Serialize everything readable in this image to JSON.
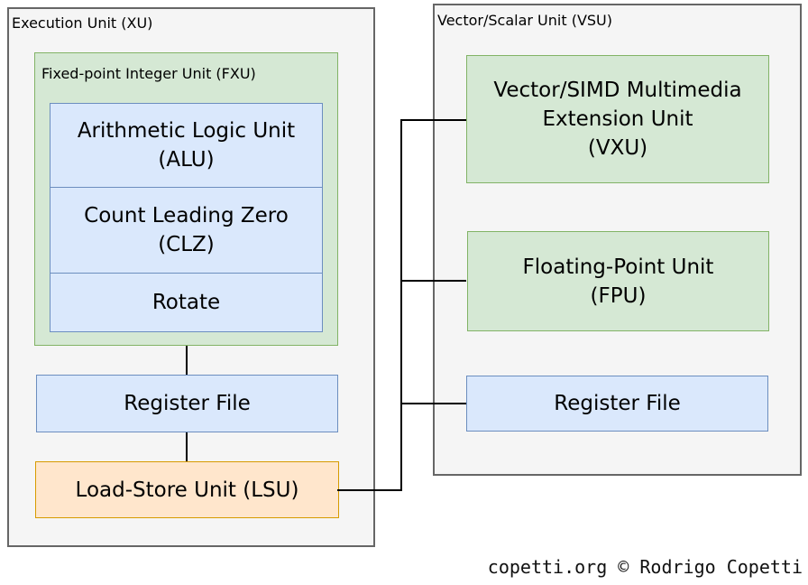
{
  "colors": {
    "container_fill": "#f5f5f5",
    "container_border": "#666666",
    "green_fill": "#d5e8d4",
    "green_border": "#82b366",
    "blue_fill": "#dae8fc",
    "blue_border": "#6c8ebf",
    "orange_fill": "#ffe6cc",
    "orange_border": "#d79b00",
    "connector": "#000000",
    "text": "#000000"
  },
  "xu": {
    "title": "Execution Unit (XU)",
    "fxu": {
      "title": "Fixed-point Integer Unit (FXU)",
      "alu": {
        "lines": [
          "Arithmetic Logic Unit",
          "(ALU)"
        ]
      },
      "clz": {
        "lines": [
          "Count Leading Zero",
          "(CLZ)"
        ]
      },
      "rotate": {
        "label": "Rotate"
      }
    },
    "register_file": {
      "label": "Register File"
    },
    "lsu": {
      "label": "Load-Store Unit (LSU)"
    }
  },
  "vsu": {
    "title": "Vector/Scalar Unit (VSU)",
    "vxu": {
      "lines": [
        "Vector/SIMD Multimedia",
        "Extension Unit",
        "(VXU)"
      ]
    },
    "fpu": {
      "lines": [
        "Floating-Point Unit",
        "(FPU)"
      ]
    },
    "register_file": {
      "label": "Register File"
    }
  },
  "connections": [
    {
      "from": "FXU",
      "to": "XU Register File"
    },
    {
      "from": "XU Register File",
      "to": "LSU"
    },
    {
      "from": "LSU",
      "to": "VXU"
    },
    {
      "from": "LSU",
      "to": "FPU"
    },
    {
      "from": "LSU",
      "to": "VSU Register File"
    }
  ],
  "footer": {
    "credit": "copetti.org © Rodrigo Copetti"
  }
}
